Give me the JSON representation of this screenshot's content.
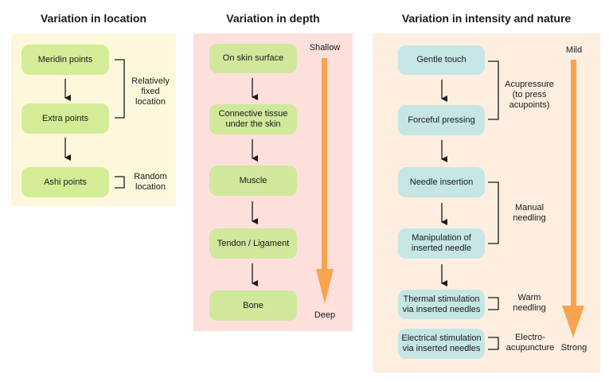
{
  "panels": [
    {
      "title": "Variation in location",
      "color": "#fdf8dc",
      "boxes": [
        "Meridin points",
        "Extra points",
        "Ashi points"
      ],
      "brackets": [
        {
          "label": "Relatively\nfixed\nlocation"
        },
        {
          "label": "Random\nlocation"
        }
      ]
    },
    {
      "title": "Variation in depth",
      "color": "#fde0dc",
      "boxes": [
        "On skin surface",
        "Connective tissue\nunder the skin",
        "Muscle",
        "Tendon / Ligament",
        "Bone"
      ],
      "scale": {
        "start": "Shallow",
        "end": "Deep"
      }
    },
    {
      "title": "Variation in intensity and nature",
      "color": "#fdeee0",
      "boxes": [
        "Gentle touch",
        "Forceful pressing",
        "Needle insertion",
        "Manipulation of\ninserted needle",
        "Thermal stimulation\nvia inserted needles",
        "Electrical stimulation\nvia inserted needles"
      ],
      "brackets": [
        {
          "label": "Acupressure\n(to press\nacupoints)"
        },
        {
          "label": "Manual\nneedling"
        },
        {
          "label": "Warm\nneedling"
        },
        {
          "label": "Electro-\nacupuncture"
        }
      ],
      "scale": {
        "start": "Mild",
        "end": "Strong"
      }
    }
  ],
  "colors": {
    "box_green": "#d2ed96",
    "box_teal": "#c5e6e4",
    "scale_arrow": "#f9a34e",
    "line": "#1a1a1a"
  }
}
